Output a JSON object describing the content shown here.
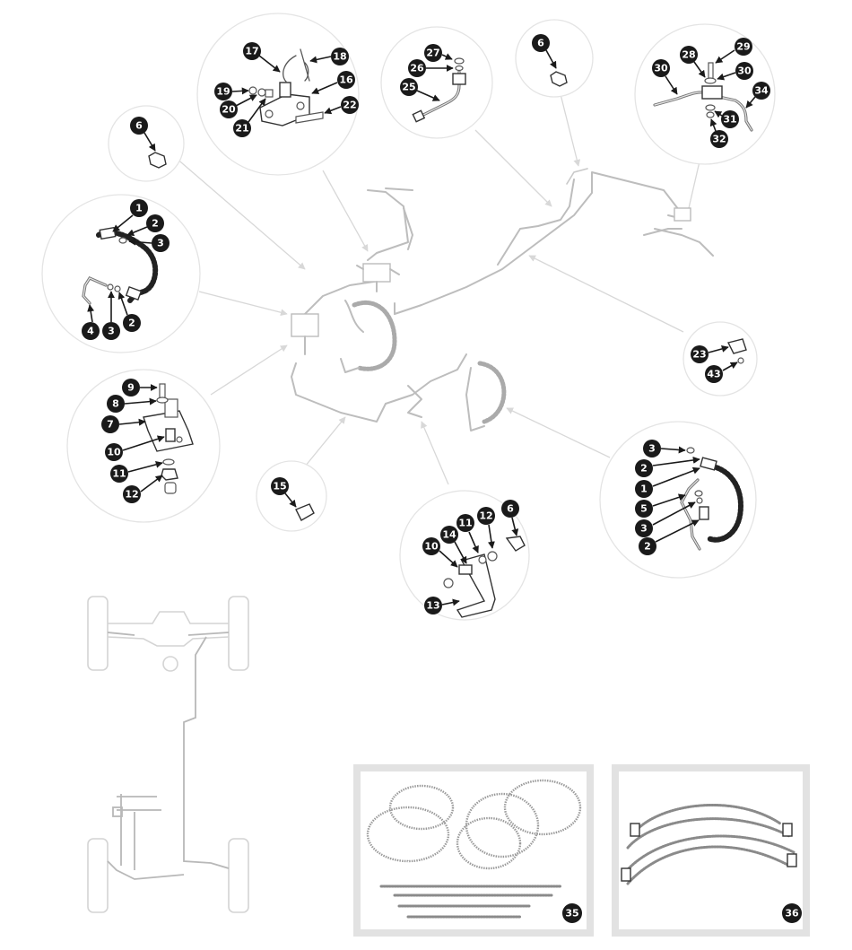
{
  "labels": {
    "n1": "1",
    "n2": "2",
    "n3": "3",
    "n4": "4",
    "n5": "5",
    "n6": "6",
    "n7": "7",
    "n8": "8",
    "n9": "9",
    "n10": "10",
    "n11": "11",
    "n12": "12",
    "n13": "13",
    "n14": "14",
    "n15": "15",
    "n16": "16",
    "n17": "17",
    "n18": "18",
    "n19": "19",
    "n20": "20",
    "n21": "21",
    "n22": "22",
    "n23": "23",
    "n25": "25",
    "n26": "26",
    "n27": "27",
    "n28": "28",
    "n29": "29",
    "n30": "30",
    "n31": "31",
    "n32": "32",
    "n34": "34",
    "n35": "35",
    "n36": "36",
    "n43": "43"
  },
  "colors": {
    "badge": "#1a1a1a",
    "circle_outline": "#e4e4e4",
    "pipe": "#bdbdbd",
    "kit_box": "#e2e2e2"
  },
  "icons": [
    "brake-hose-icon",
    "brake-pipe-icon",
    "union-icon",
    "bracket-icon",
    "washer-icon",
    "nut-icon",
    "bolt-icon",
    "pressure-switch-icon",
    "valve-block-icon",
    "chassis-outline-icon"
  ]
}
